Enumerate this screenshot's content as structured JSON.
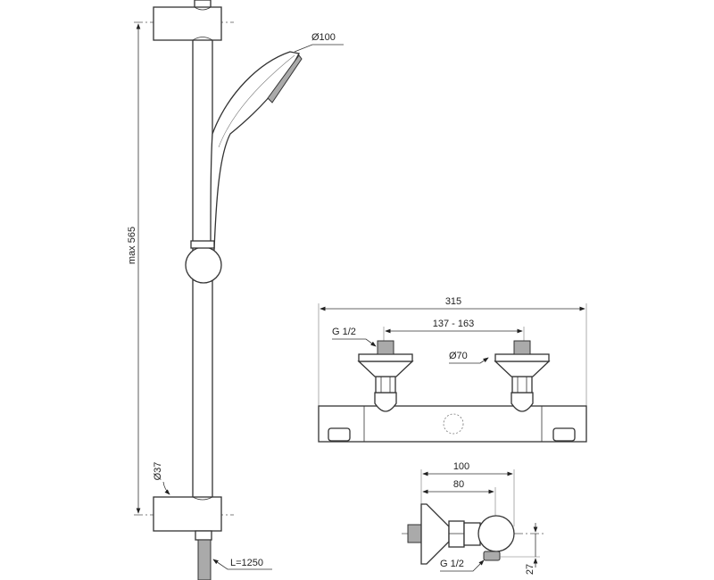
{
  "drawing": {
    "shower_rail": {
      "height_label": "max 565",
      "rail_diameter_label": "Ø37",
      "hose_length_label": "L=1250",
      "handshower_diameter_label": "Ø100"
    },
    "mixer_front": {
      "overall_width_label": "315",
      "inlet_spacing_label": "137 - 163",
      "inlet_thread_label": "G 1/2",
      "flange_diameter_label": "Ø70"
    },
    "mixer_side": {
      "depth_outer_label": "100",
      "depth_inner_label": "80",
      "outlet_thread_label": "G 1/2",
      "outlet_offset_label": "27"
    }
  }
}
